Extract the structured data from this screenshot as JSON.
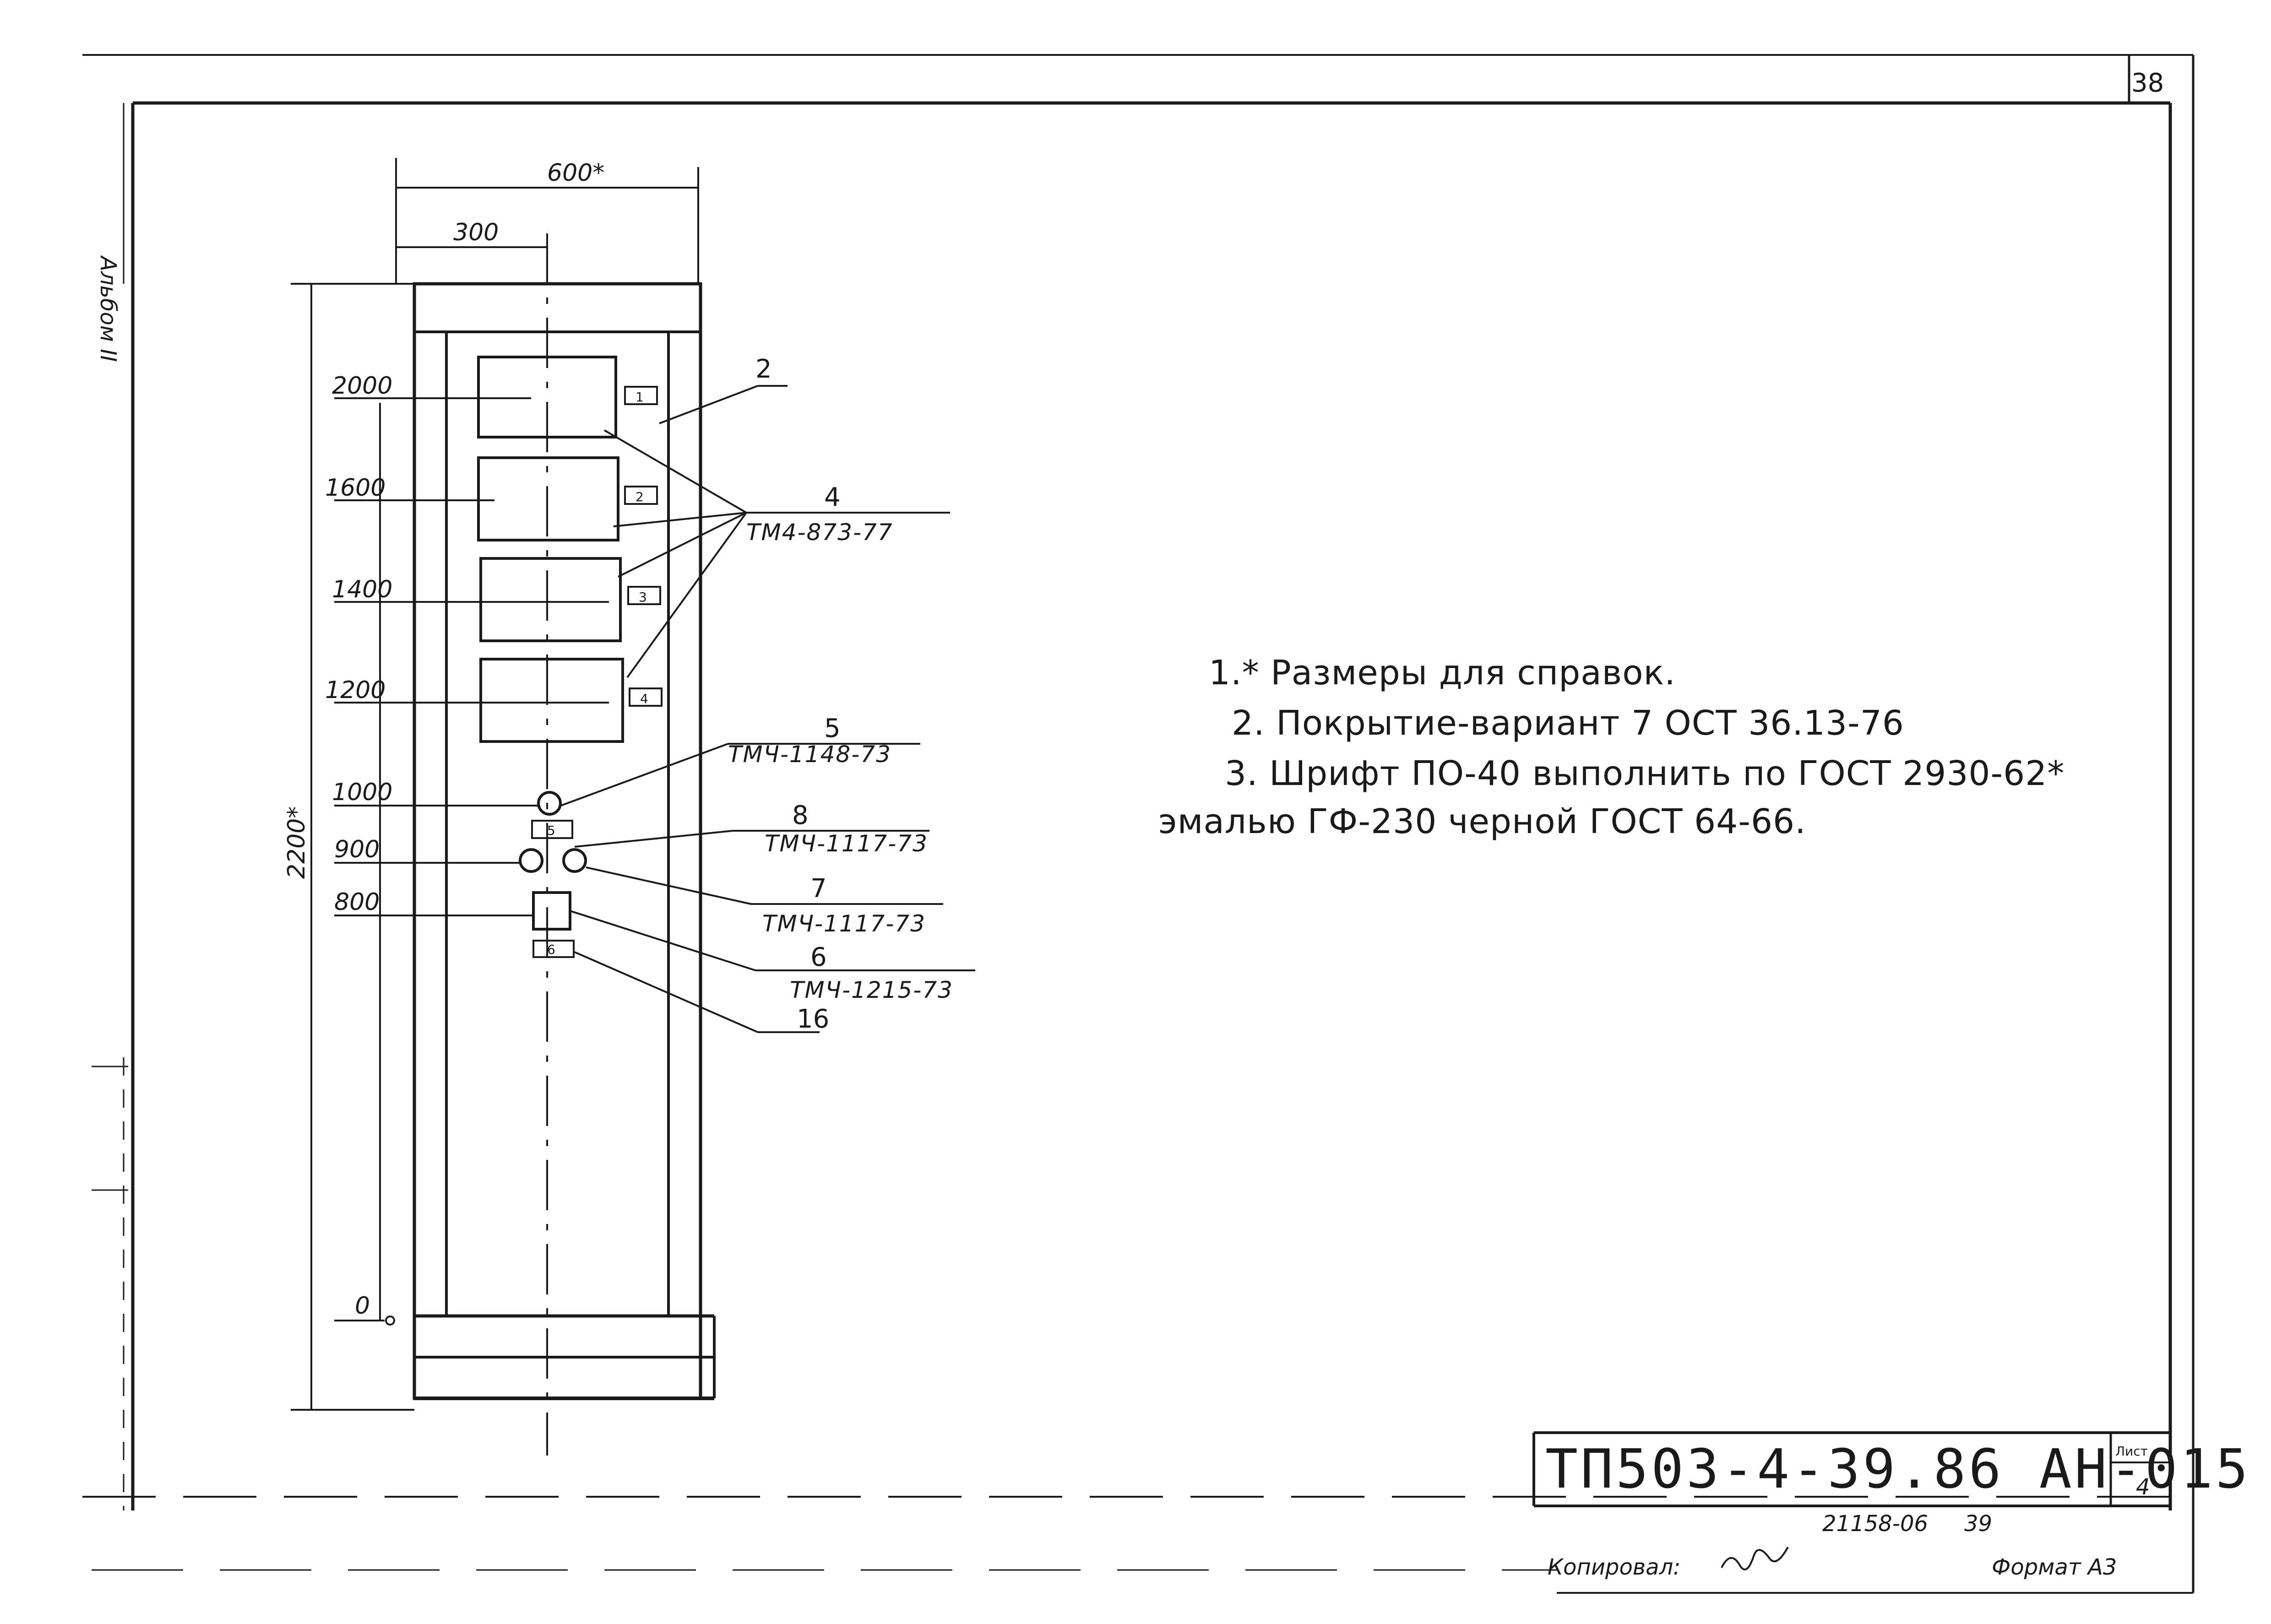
{
  "sheet": {
    "page_number": "38",
    "side_stamp": "Альбом II",
    "document_code": "ТП503-4-39.86 АН-015",
    "sheet_label": "Лист",
    "sheet_number": "4",
    "inventory": "21158-06",
    "inventory_page": "39",
    "copied_label": "Копировал:",
    "format_label": "Формат А3"
  },
  "dimensions": {
    "width_total": "600*",
    "axis_offset": "300",
    "height_total": "2200*",
    "levels": [
      "2000",
      "1600",
      "1400",
      "1200",
      "1000",
      "900",
      "800",
      "0"
    ]
  },
  "panel_markers": [
    "1",
    "2",
    "3",
    "4",
    "5",
    "6"
  ],
  "callouts": [
    {
      "num": "2",
      "ref": ""
    },
    {
      "num": "4",
      "ref": "ТМ4-873-77"
    },
    {
      "num": "5",
      "ref": "ТМЧ-1148-73"
    },
    {
      "num": "8",
      "ref": "ТМЧ-1117-73"
    },
    {
      "num": "7",
      "ref": "ТМЧ-1117-73"
    },
    {
      "num": "6",
      "ref": "ТМЧ-1215-73"
    },
    {
      "num": "16",
      "ref": ""
    }
  ],
  "notes": [
    "1.* Размеры для справок.",
    "2. Покрытие-вариант 7 ОСТ 36.13-76",
    "3. Шрифт ПО-40 выполнить по ГОСТ 2930-62*",
    "эмалью ГФ-230 черной ГОСТ 64-66."
  ]
}
